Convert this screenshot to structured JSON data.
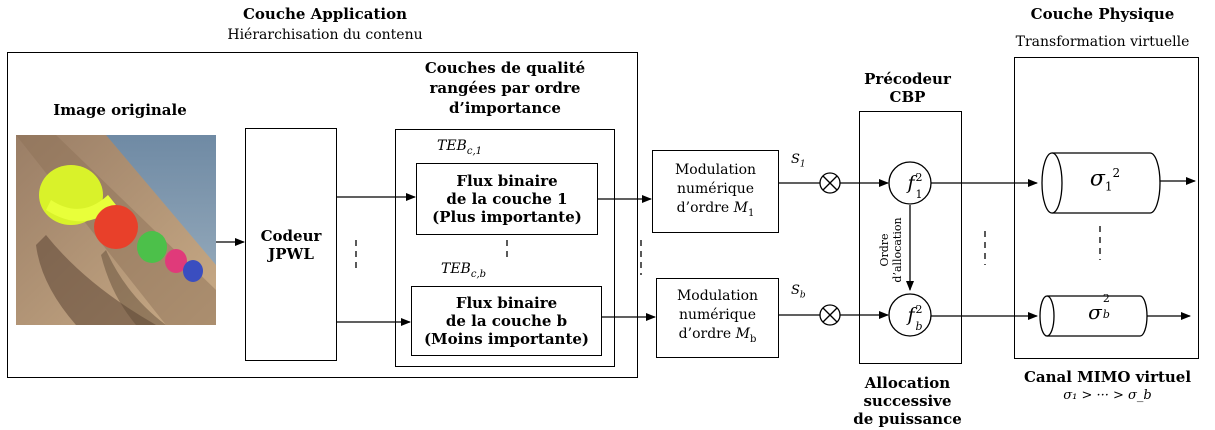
{
  "app_layer": {
    "title": "Couche Application",
    "subtitle": "Hiérarchisation du contenu"
  },
  "physical_layer": {
    "title": "Couche Physique",
    "subtitle": "Transformation virtuelle"
  },
  "image": {
    "label": "Image originale"
  },
  "encoder": {
    "line1": "Codeur",
    "line2": "JPWL"
  },
  "quality_layers": {
    "line1": "Couches de qualité",
    "line2": "rangées par ordre",
    "line3": "d’importance"
  },
  "teb1": {
    "base": "TEB",
    "sub": "c,1"
  },
  "tebb": {
    "base": "TEB",
    "sub": "c,b"
  },
  "stream1": {
    "line1": "Flux binaire",
    "line2": "de la couche 1",
    "line3": "(Plus importante)"
  },
  "streamb": {
    "line1": "Flux binaire",
    "line2": "de la couche b",
    "line3": "(Moins importante)"
  },
  "mod1": {
    "line1": "Modulation",
    "line2": "numérique",
    "line3": "d’ordre",
    "order_base": "M",
    "order_sub": "1"
  },
  "modb": {
    "line1": "Modulation",
    "line2": "numérique",
    "line3": "d’ordre",
    "order_base": "M",
    "order_sub": "b"
  },
  "sig1": {
    "base": "S",
    "sub": "1"
  },
  "sigb": {
    "base": "S",
    "sub": "b"
  },
  "precoder": {
    "line1": "Précodeur",
    "line2": "CBP"
  },
  "allocation_order": {
    "line1": "Ordre",
    "line2": "d’allocation"
  },
  "f1": {
    "base": "f",
    "sup": "2",
    "sub": "1"
  },
  "fb": {
    "base": "f",
    "sup": "2",
    "sub": "b"
  },
  "power_alloc": {
    "line1": "Allocation",
    "line2": "successive",
    "line3": "de puissance"
  },
  "channel1": {
    "base": "σ",
    "sub": "1",
    "sup": "2"
  },
  "channelb": {
    "base": "σ",
    "sub": "b",
    "sup": "2"
  },
  "mimo": {
    "title": "Canal MIMO virtuel",
    "relation": "σ₁ > ··· > σ_b"
  },
  "colors": {
    "ink": "#000000",
    "background": "#ffffff"
  }
}
